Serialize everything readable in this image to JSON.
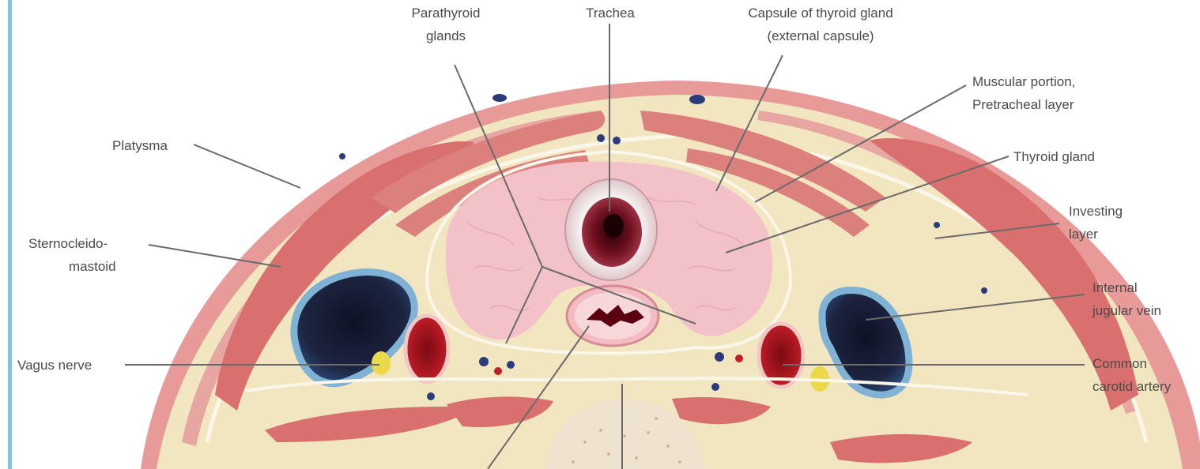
{
  "labels": {
    "parathyroid_line1": "Parathyroid",
    "parathyroid_line2": "glands",
    "trachea": "Trachea",
    "capsule_line1": "Capsule of thyroid gland",
    "capsule_line2": "(external capsule)",
    "muscular_line1": "Muscular portion,",
    "muscular_line2": "Pretracheal layer",
    "platysma": "Platysma",
    "thyroid_gland": "Thyroid gland",
    "investing_line1": "Investing",
    "investing_line2": "layer",
    "scm_line1": "Sternocleido-",
    "scm_line2": "mastoid",
    "ijv_line1": "Internal",
    "ijv_line2": "jugular vein",
    "vagus": "Vagus nerve",
    "cca_line1": "Common",
    "cca_line2": "carotid artery"
  },
  "colors": {
    "skin": "#e89a98",
    "fat": "#f1e6c0",
    "muscle": "#d9706f",
    "thyroid": "#f3c2c9",
    "vein": "#1d2440",
    "vein_rim": "#7fb2d4",
    "artery": "#a3121c",
    "nerve": "#ecd94a",
    "leader": "#6a6a6a",
    "label_text": "#4a4a4a",
    "accent_rule": "#79c6e7"
  }
}
